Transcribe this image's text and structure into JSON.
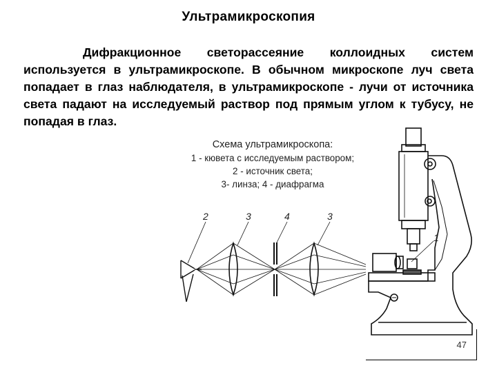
{
  "slide": {
    "title": "Ультрамикроскопия",
    "paragraph": "Дифракционное светорассеяние коллоидных систем используется в ультрамикроскопе. В обычном микроскопе луч света попадает в глаз наблюдателя, в ультрамикроскопе - лучи от источника света падают на исследуемый раствор под прямым углом к тубусу, не попадая в глаз.",
    "page_number": "47"
  },
  "scheme": {
    "caption": "Схема ультрамикроскопа:",
    "line1": "1 - кювета с исследуемым раствором;",
    "line2": "2 - источник света;",
    "line3": "3- линза; 4 - диафрагма"
  },
  "labels": {
    "n1": "1",
    "n2": "2",
    "n3a": "3",
    "n4": "4",
    "n3b": "3"
  }
}
